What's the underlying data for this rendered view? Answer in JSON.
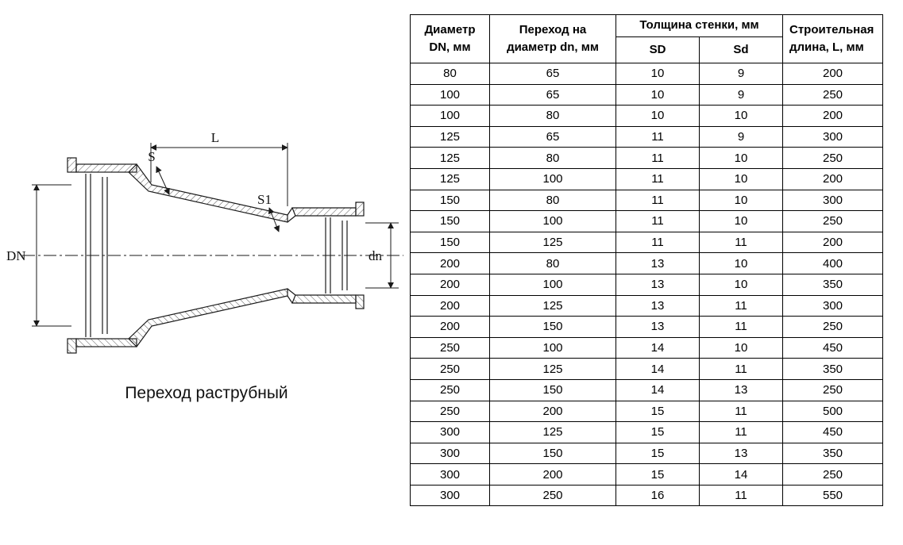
{
  "diagram": {
    "caption": "Переход раструбный",
    "labels": {
      "length": "L",
      "wall_s": "S",
      "wall_s1": "S1",
      "diameter_large": "DN",
      "diameter_small": "dn"
    }
  },
  "table": {
    "headers": {
      "diameter": [
        "Диаметр",
        "DN, мм"
      ],
      "transition": [
        "Переход на",
        "диаметр dn, мм"
      ],
      "wall_group": "Толщина стенки, мм",
      "wall_sd": "SD",
      "wall_sd_small": "Sd",
      "length": [
        "Строительная",
        "длина, L, мм"
      ]
    },
    "rows": [
      [
        "80",
        "65",
        "10",
        "9",
        "200"
      ],
      [
        "100",
        "65",
        "10",
        "9",
        "250"
      ],
      [
        "100",
        "80",
        "10",
        "10",
        "200"
      ],
      [
        "125",
        "65",
        "11",
        "9",
        "300"
      ],
      [
        "125",
        "80",
        "11",
        "10",
        "250"
      ],
      [
        "125",
        "100",
        "11",
        "10",
        "200"
      ],
      [
        "150",
        "80",
        "11",
        "10",
        "300"
      ],
      [
        "150",
        "100",
        "11",
        "10",
        "250"
      ],
      [
        "150",
        "125",
        "11",
        "11",
        "200"
      ],
      [
        "200",
        "80",
        "13",
        "10",
        "400"
      ],
      [
        "200",
        "100",
        "13",
        "10",
        "350"
      ],
      [
        "200",
        "125",
        "13",
        "11",
        "300"
      ],
      [
        "200",
        "150",
        "13",
        "11",
        "250"
      ],
      [
        "250",
        "100",
        "14",
        "10",
        "450"
      ],
      [
        "250",
        "125",
        "14",
        "11",
        "350"
      ],
      [
        "250",
        "150",
        "14",
        "13",
        "250"
      ],
      [
        "250",
        "200",
        "15",
        "11",
        "500"
      ],
      [
        "300",
        "125",
        "15",
        "11",
        "450"
      ],
      [
        "300",
        "150",
        "15",
        "13",
        "350"
      ],
      [
        "300",
        "200",
        "15",
        "14",
        "250"
      ],
      [
        "300",
        "250",
        "16",
        "11",
        "550"
      ]
    ]
  }
}
